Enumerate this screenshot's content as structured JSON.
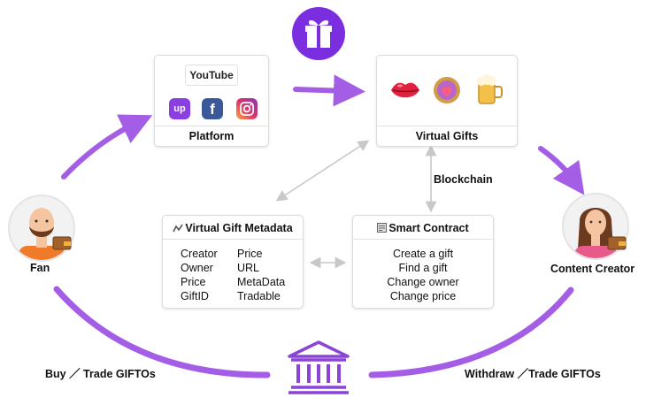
{
  "platform": {
    "title": "Platform",
    "logos": {
      "youtube": "YouTube",
      "up": "up",
      "facebook": "f"
    }
  },
  "virtual_gifts": {
    "title": "Virtual Gifts"
  },
  "blockchain_label": "Blockchain",
  "metadata": {
    "title": "Virtual Gift Metadata",
    "left_items": [
      "Creator",
      "Owner",
      "Price",
      "GiftID"
    ],
    "right_items": [
      "Price",
      "URL",
      "MetaData",
      "Tradable"
    ]
  },
  "smart_contract": {
    "title": "Smart Contract",
    "items": [
      "Create a gift",
      "Find a gift",
      "Change owner",
      "Change price"
    ]
  },
  "fan_label": "Fan",
  "creator_label": "Content Creator",
  "buy_label": "Buy ／ Trade GIFTOs",
  "withdraw_label": "Withdraw ／Trade GIFTOs",
  "colors": {
    "purple": "#a45ee6",
    "gift_bg": "#7b2ee0",
    "bank": "#8a44d6",
    "youtube_red": "#e62117",
    "facebook_blue": "#3b5998"
  }
}
